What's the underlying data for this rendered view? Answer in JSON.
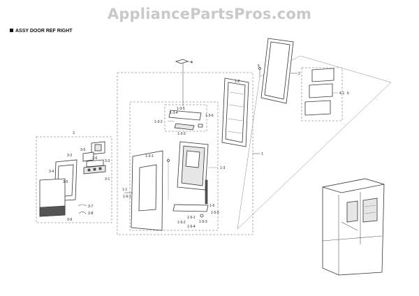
{
  "watermark": "AppliancePartsPros.com",
  "section_title": "ASSY DOOR REF RIGHT",
  "callouts": {
    "c1": "1",
    "c1_1": "1-1",
    "c1_2": "1-2",
    "c1_3": "1-3",
    "c1_3_1": "1-3-1",
    "c1_3_2": "1-3-2",
    "c1_3_3": "1-3-3",
    "c1_3_4": "1-3-4",
    "c1_3_5": "1-3-5",
    "c1_3_6": "1-3-6",
    "c1_5_1": "1-5-1",
    "c1_5_2": "1-5-2",
    "c1_5_3": "1-5-3",
    "c1_5_4": "1-5-4",
    "c1_5_5": "1-5-5",
    "c1_6": "1-6",
    "c1_6_1": "1-6-1",
    "c2": "2",
    "c3": "3",
    "c3_1": "3-1",
    "c3_2": "3-2",
    "c3_3": "3-3",
    "c3_4": "3-4",
    "c3_5": "3-5",
    "c3_5b": "3-5",
    "c3_6": "3-6",
    "c3_7": "3-7",
    "c3_8": "3-8",
    "c3_9": "3-9",
    "c4": "4",
    "c4_1": "4-1",
    "c5": "5",
    "c6": "6"
  }
}
